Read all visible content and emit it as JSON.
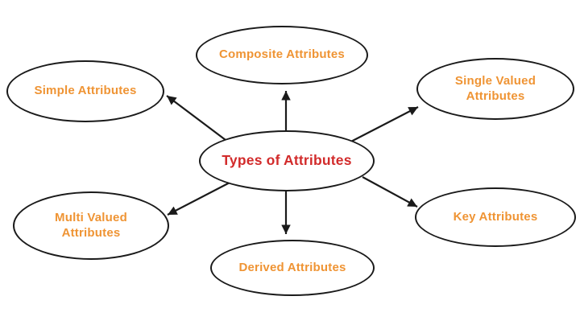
{
  "diagram": {
    "center_label": "Types of Attributes",
    "nodes": {
      "composite": {
        "label": "Composite Attributes"
      },
      "simple": {
        "label": "Simple Attributes"
      },
      "single_valued": {
        "label": "Single Valued Attributes"
      },
      "multi_valued": {
        "label": "Multi Valued Attributes"
      },
      "derived": {
        "label": "Derived Attributes"
      },
      "key": {
        "label": "Key Attributes"
      }
    },
    "colors": {
      "center_text": "#D22B2B",
      "node_text": "#EF9434",
      "outline": "#1A1A1A",
      "background": "#FFFFFF"
    }
  }
}
